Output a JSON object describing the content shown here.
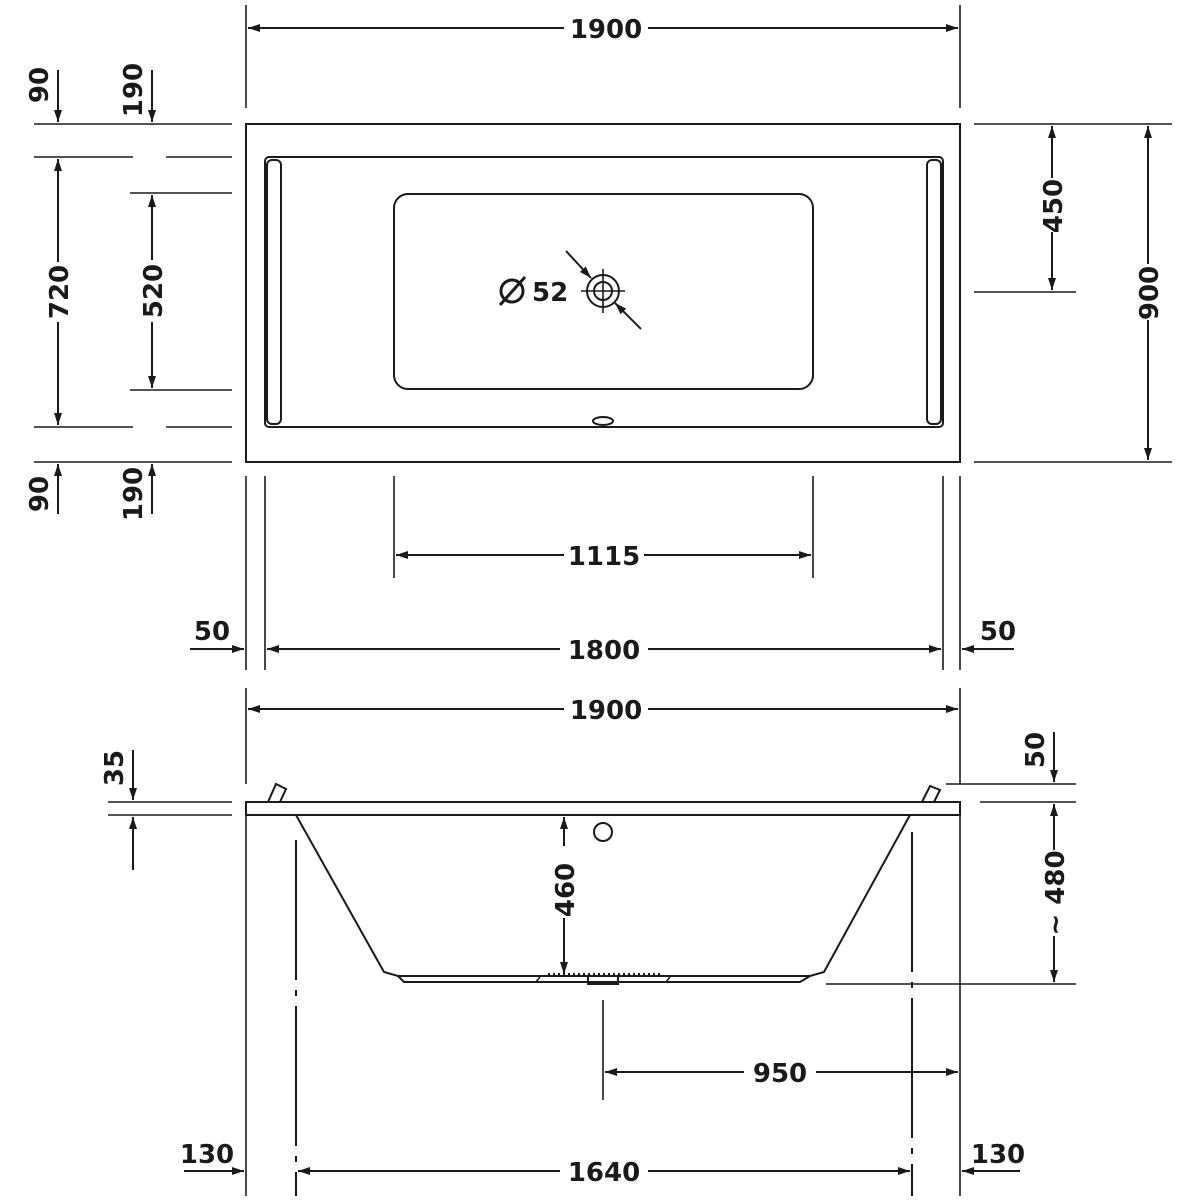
{
  "plan": {
    "width": "1900",
    "inner_width": "1800",
    "waste_spacing": "1115",
    "rim_left": "50",
    "rim_right": "50",
    "height": "900",
    "half_height": "450",
    "inner_height": "720",
    "basin_height": "520",
    "rim_top": "90",
    "rim_bottom": "90",
    "edge_top": "190",
    "edge_bottom": "190",
    "drain_diameter": "52"
  },
  "section": {
    "width": "1900",
    "rim_thickness": "35",
    "rim_top_offset": "50",
    "basin_depth": "460",
    "total_height": "~ 480",
    "drain_distance": "950",
    "base_length": "1640",
    "offset_left": "130",
    "offset_right": "130"
  }
}
